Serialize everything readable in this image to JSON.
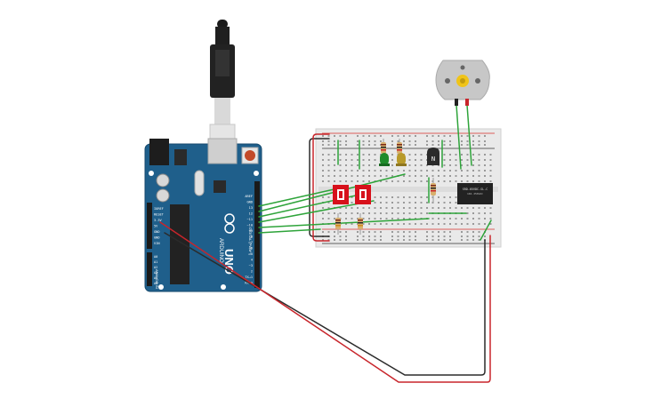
{
  "board": {
    "brand": "ARDUINO",
    "model": "UNO",
    "power_header_labels": [
      "IOREF",
      "RESET",
      "3.3V",
      "5V",
      "GND",
      "GND",
      "VIN"
    ],
    "analog_labels": [
      "A0",
      "A1",
      "A2",
      "A3",
      "A4",
      "A5"
    ],
    "analog_title": "ANALOG IN",
    "digital_title": "DIGITAL (PWM~)",
    "digital_labels": [
      "AREF",
      "GND",
      "13",
      "12",
      "~11",
      "~10",
      "~9",
      "8",
      "7",
      "~6",
      "~5",
      "4",
      "~3",
      "2",
      "TX→1",
      "RX←0"
    ],
    "chip_text": "L"
  },
  "transistor": {
    "label": "N"
  },
  "relay": {
    "label": "SRD-05VDC-SL-C",
    "line2": "10A 250VAC"
  },
  "colors": {
    "board_blue": "#1f5f8b",
    "breadboard": "#e9e9e9",
    "rail_red": "#d9322b",
    "rail_black": "#333333",
    "wire_green": "#2ea43a",
    "wire_red": "#c8252b",
    "wire_black": "#2b2b2b",
    "button_red": "#d7111b",
    "led_green": "#1f8b2b",
    "led_yellow": "#b89a2a"
  }
}
